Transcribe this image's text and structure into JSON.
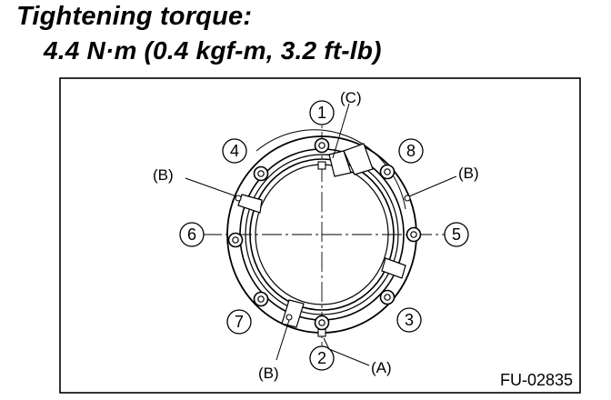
{
  "header": {
    "title": "Tightening torque:",
    "torque_value": "4.4 N·m (0.4 kgf-m, 3.2 ft-lb)"
  },
  "diagram": {
    "bolt_order_labels": [
      "1",
      "2",
      "3",
      "4",
      "5",
      "6",
      "7",
      "8"
    ],
    "callouts": {
      "a": "(A)",
      "b": "(B)",
      "c": "(C)"
    },
    "figure_code": "FU-02835"
  }
}
